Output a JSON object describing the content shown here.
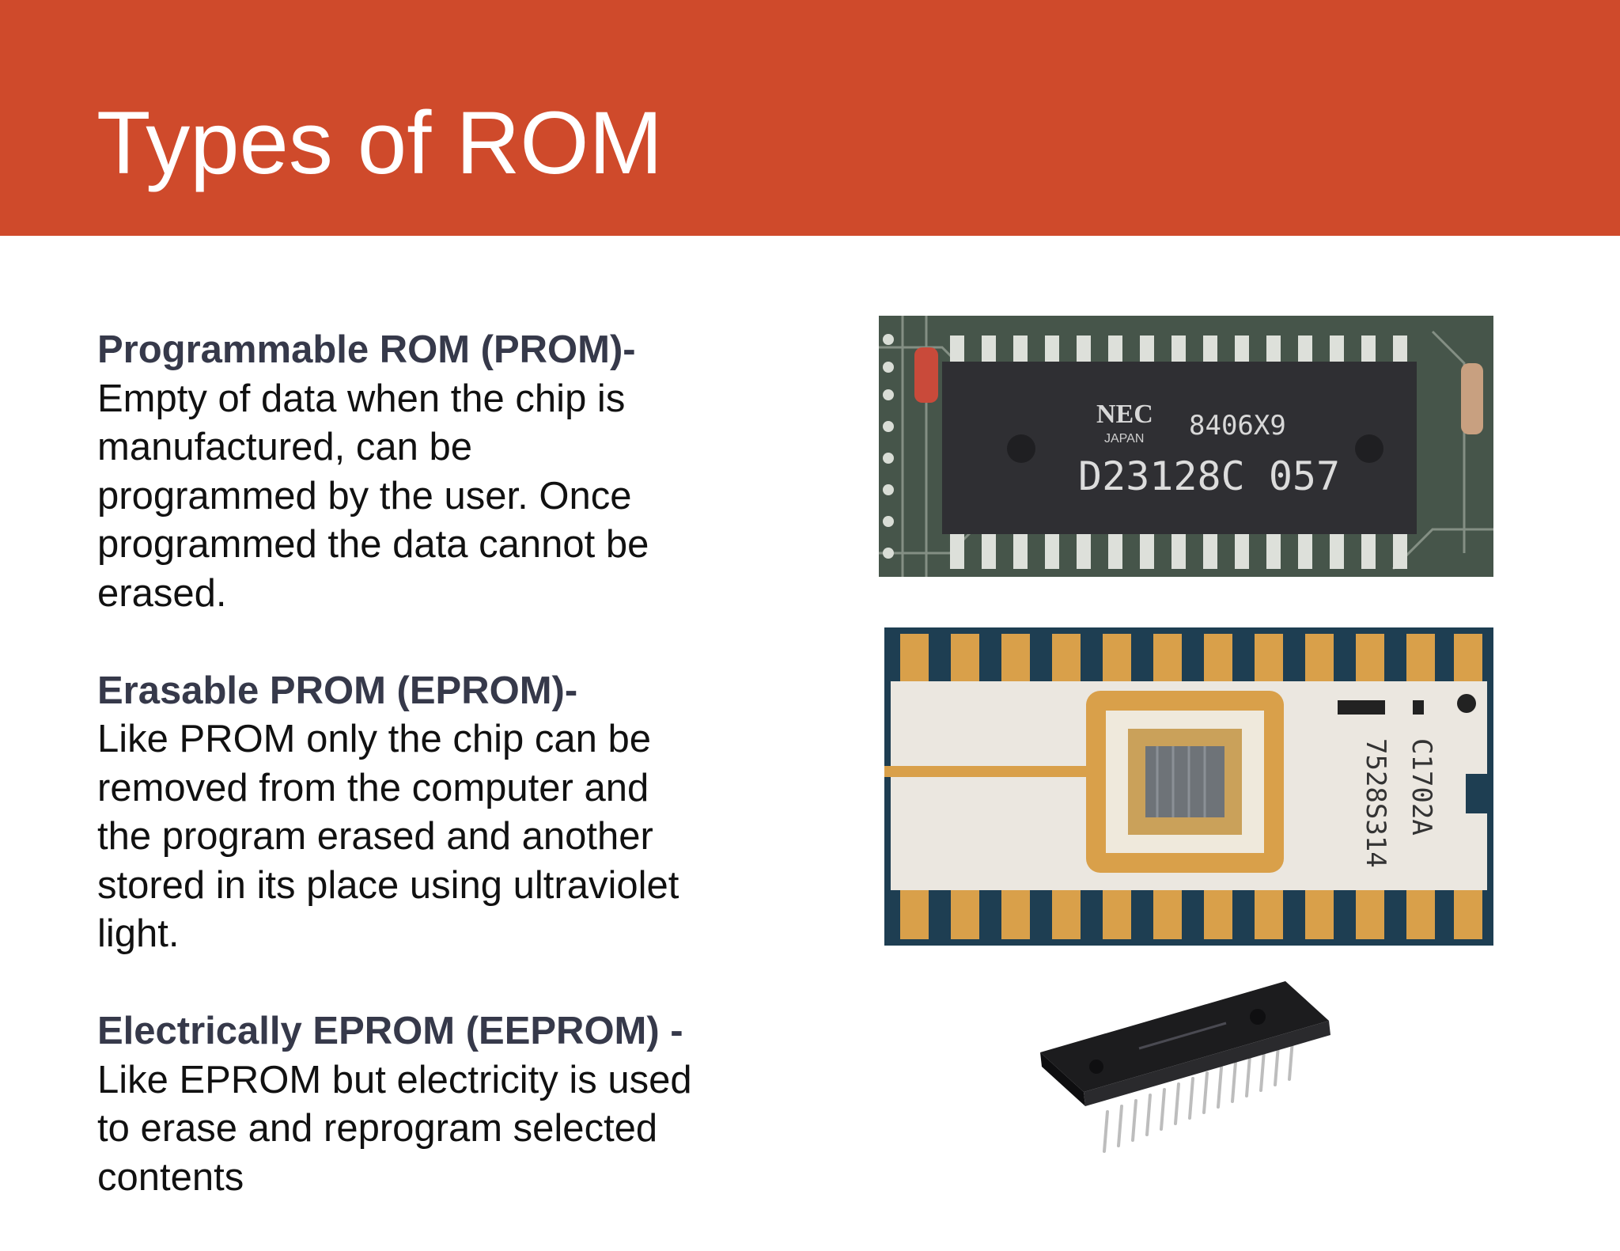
{
  "slide": {
    "title": "Types of ROM"
  },
  "sections": [
    {
      "heading": "Programmable ROM (PROM)-",
      "body": "Empty of data when the chip is manufactured, can be programmed by the user.  Once programmed the data cannot be erased."
    },
    {
      "heading": "Erasable PROM (EPROM)-",
      "body": "Like PROM only the chip can be removed from the computer and the program erased and another stored in its place using ultraviolet light."
    },
    {
      "heading": "Electrically EPROM (EEPROM) -",
      "body": "Like EPROM but electricity is used to erase and reprogram selected contents"
    }
  ],
  "images": {
    "prom": {
      "brand": "NEC",
      "origin": "JAPAN",
      "code": "8406X9",
      "part": "D23128C 057"
    },
    "eprom": {
      "part": "C1702A",
      "code": "7528S314"
    }
  },
  "colors": {
    "header": "#cf4a2b",
    "heading_text": "#36394a",
    "body_text": "#111111"
  }
}
